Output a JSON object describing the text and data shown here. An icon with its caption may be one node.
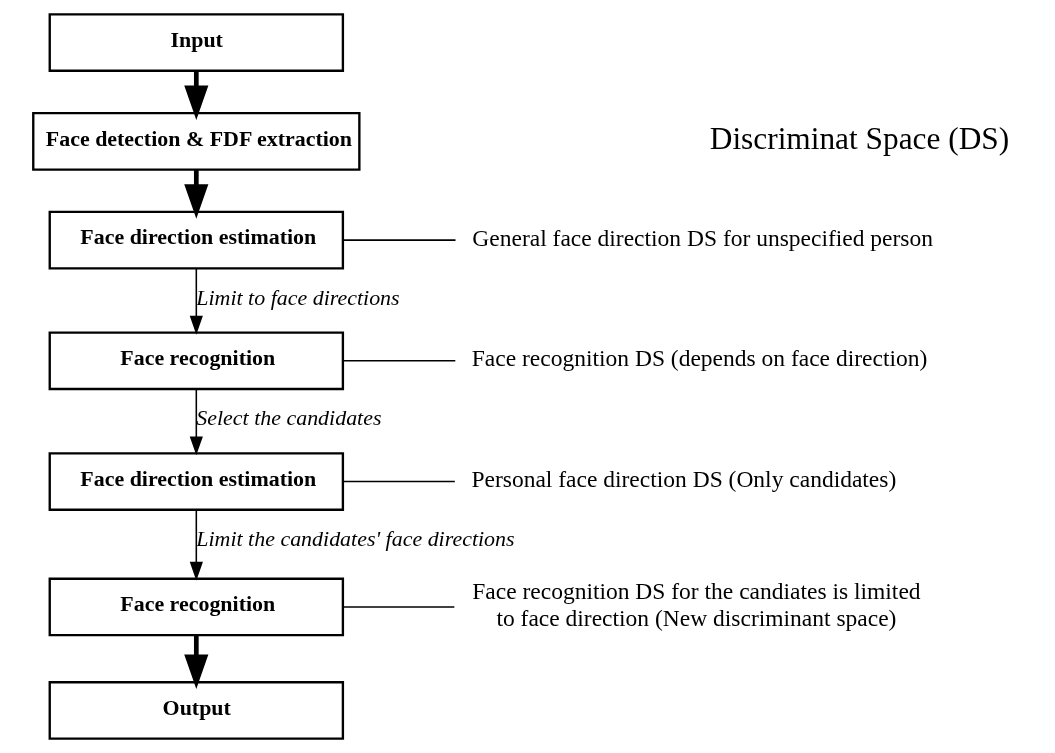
{
  "diagram": {
    "nodes": [
      {
        "text": [
          "Input"
        ]
      },
      {
        "text": [
          "Face detection & FDF extraction"
        ]
      },
      {
        "text": [
          "Face direction estimation"
        ]
      },
      {
        "text": [
          "Face recognition"
        ]
      },
      {
        "text": [
          "Face direction estimation"
        ]
      },
      {
        "text": [
          "Face recognition"
        ]
      },
      {
        "text": [
          "Output"
        ]
      },
      {
        "text": [
          "General face direction DS for unspecified person"
        ]
      },
      {
        "text": [
          "Face recognition DS (depends on face direction)"
        ]
      },
      {
        "text": [
          "Personal face direction DS (Only candidates)"
        ]
      },
      {
        "text": [
          "Face recognition DS for the candiates is limited to face direction (New discriminant space)"
        ]
      }
    ],
    "edges": [
      {
        "from": 0,
        "to": 1,
        "arrow": "to",
        "style": "thick"
      },
      {
        "from": 1,
        "to": 2,
        "arrow": "to",
        "style": "thick"
      },
      {
        "from": 2,
        "to": 3,
        "arrow": "to",
        "label": "Limit to face directions"
      },
      {
        "from": 3,
        "to": 4,
        "arrow": "to",
        "label": "Select the candidates"
      },
      {
        "from": 4,
        "to": 5,
        "arrow": "to",
        "label": "Limit the candidates' face directions"
      },
      {
        "from": 5,
        "to": 6,
        "arrow": "to",
        "style": "thick"
      },
      {
        "from": 2,
        "to": 7,
        "arrow": "none"
      },
      {
        "from": 3,
        "to": 8,
        "arrow": "none"
      },
      {
        "from": 4,
        "to": 9,
        "arrow": "none"
      },
      {
        "from": 5,
        "to": 10,
        "arrow": "none"
      }
    ],
    "labels": [
      "Discriminat Space (DS)"
    ]
  }
}
